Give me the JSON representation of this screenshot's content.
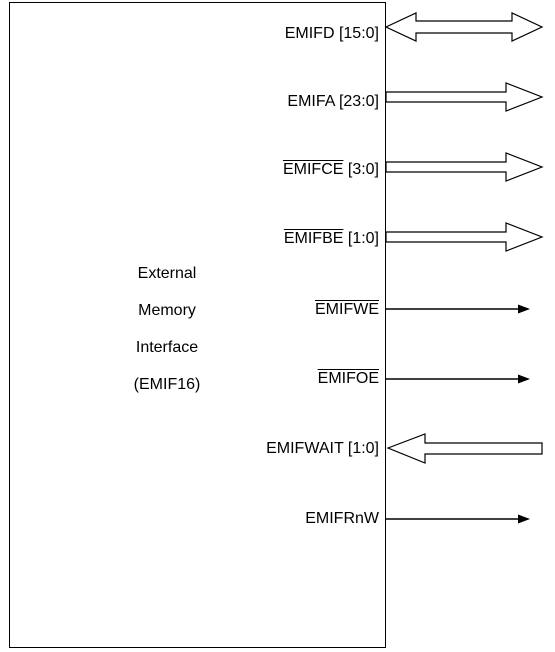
{
  "block": {
    "title_lines": [
      "External",
      "Memory",
      "Interface",
      "(EMIF16)"
    ]
  },
  "signals": [
    {
      "id": "emifd",
      "name": "EMIFD",
      "bar": "",
      "suffix": " [15:0]",
      "direction": "bidirectional",
      "bus": true
    },
    {
      "id": "emifa",
      "name": "EMIFA",
      "bar": "",
      "suffix": " [23:0]",
      "direction": "output",
      "bus": true
    },
    {
      "id": "emifce",
      "name": "",
      "bar": "EMIFCE",
      "suffix": " [3:0]",
      "direction": "output",
      "bus": true
    },
    {
      "id": "emifbe",
      "name": "",
      "bar": "EMIFBE",
      "suffix": " [1:0]",
      "direction": "output",
      "bus": true
    },
    {
      "id": "emifwe",
      "name": "",
      "bar": "EMIFWE",
      "suffix": "",
      "direction": "output",
      "bus": false
    },
    {
      "id": "emifoe",
      "name": "",
      "bar": "EMIFOE",
      "suffix": "",
      "direction": "output",
      "bus": false
    },
    {
      "id": "emifwait",
      "name": "EMIFWAIT",
      "bar": "",
      "suffix": " [1:0]",
      "direction": "input",
      "bus": true
    },
    {
      "id": "emifrnw",
      "name": "EMIFRnW",
      "bar": "",
      "suffix": "",
      "direction": "output",
      "bus": false
    }
  ]
}
